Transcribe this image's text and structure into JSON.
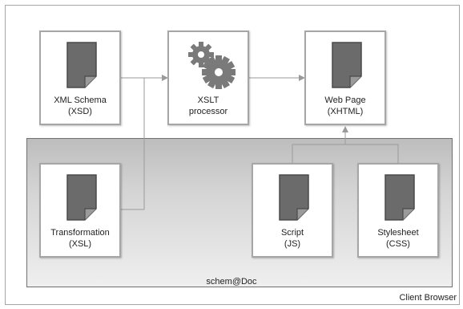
{
  "nodes": {
    "xsd": "XML Schema\n(XSD)",
    "xslt": "XSLT\nprocessor",
    "web": "Web Page\n(XHTML)",
    "xsl": "Transformation\n(XSL)",
    "js": "Script\n(JS)",
    "css": "Stylesheet\n(CSS)"
  },
  "region_label": "schem@Doc",
  "outer_label": "Client Browser"
}
